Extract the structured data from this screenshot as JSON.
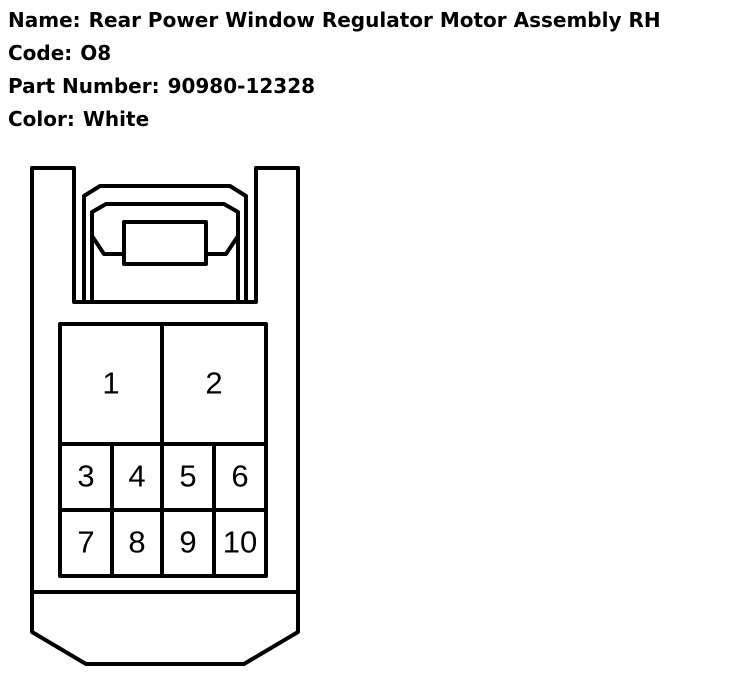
{
  "header": {
    "name_label": "Name:",
    "name_value": "Rear Power Window Regulator Motor Assembly RH",
    "code_label": "Code:",
    "code_value": "O8",
    "part_number_label": "Part Number:",
    "part_number_value": "90980-12328",
    "color_label": "Color:",
    "color_value": "White"
  },
  "connector": {
    "pins": [
      "1",
      "2",
      "3",
      "4",
      "5",
      "6",
      "7",
      "8",
      "9",
      "10"
    ]
  }
}
